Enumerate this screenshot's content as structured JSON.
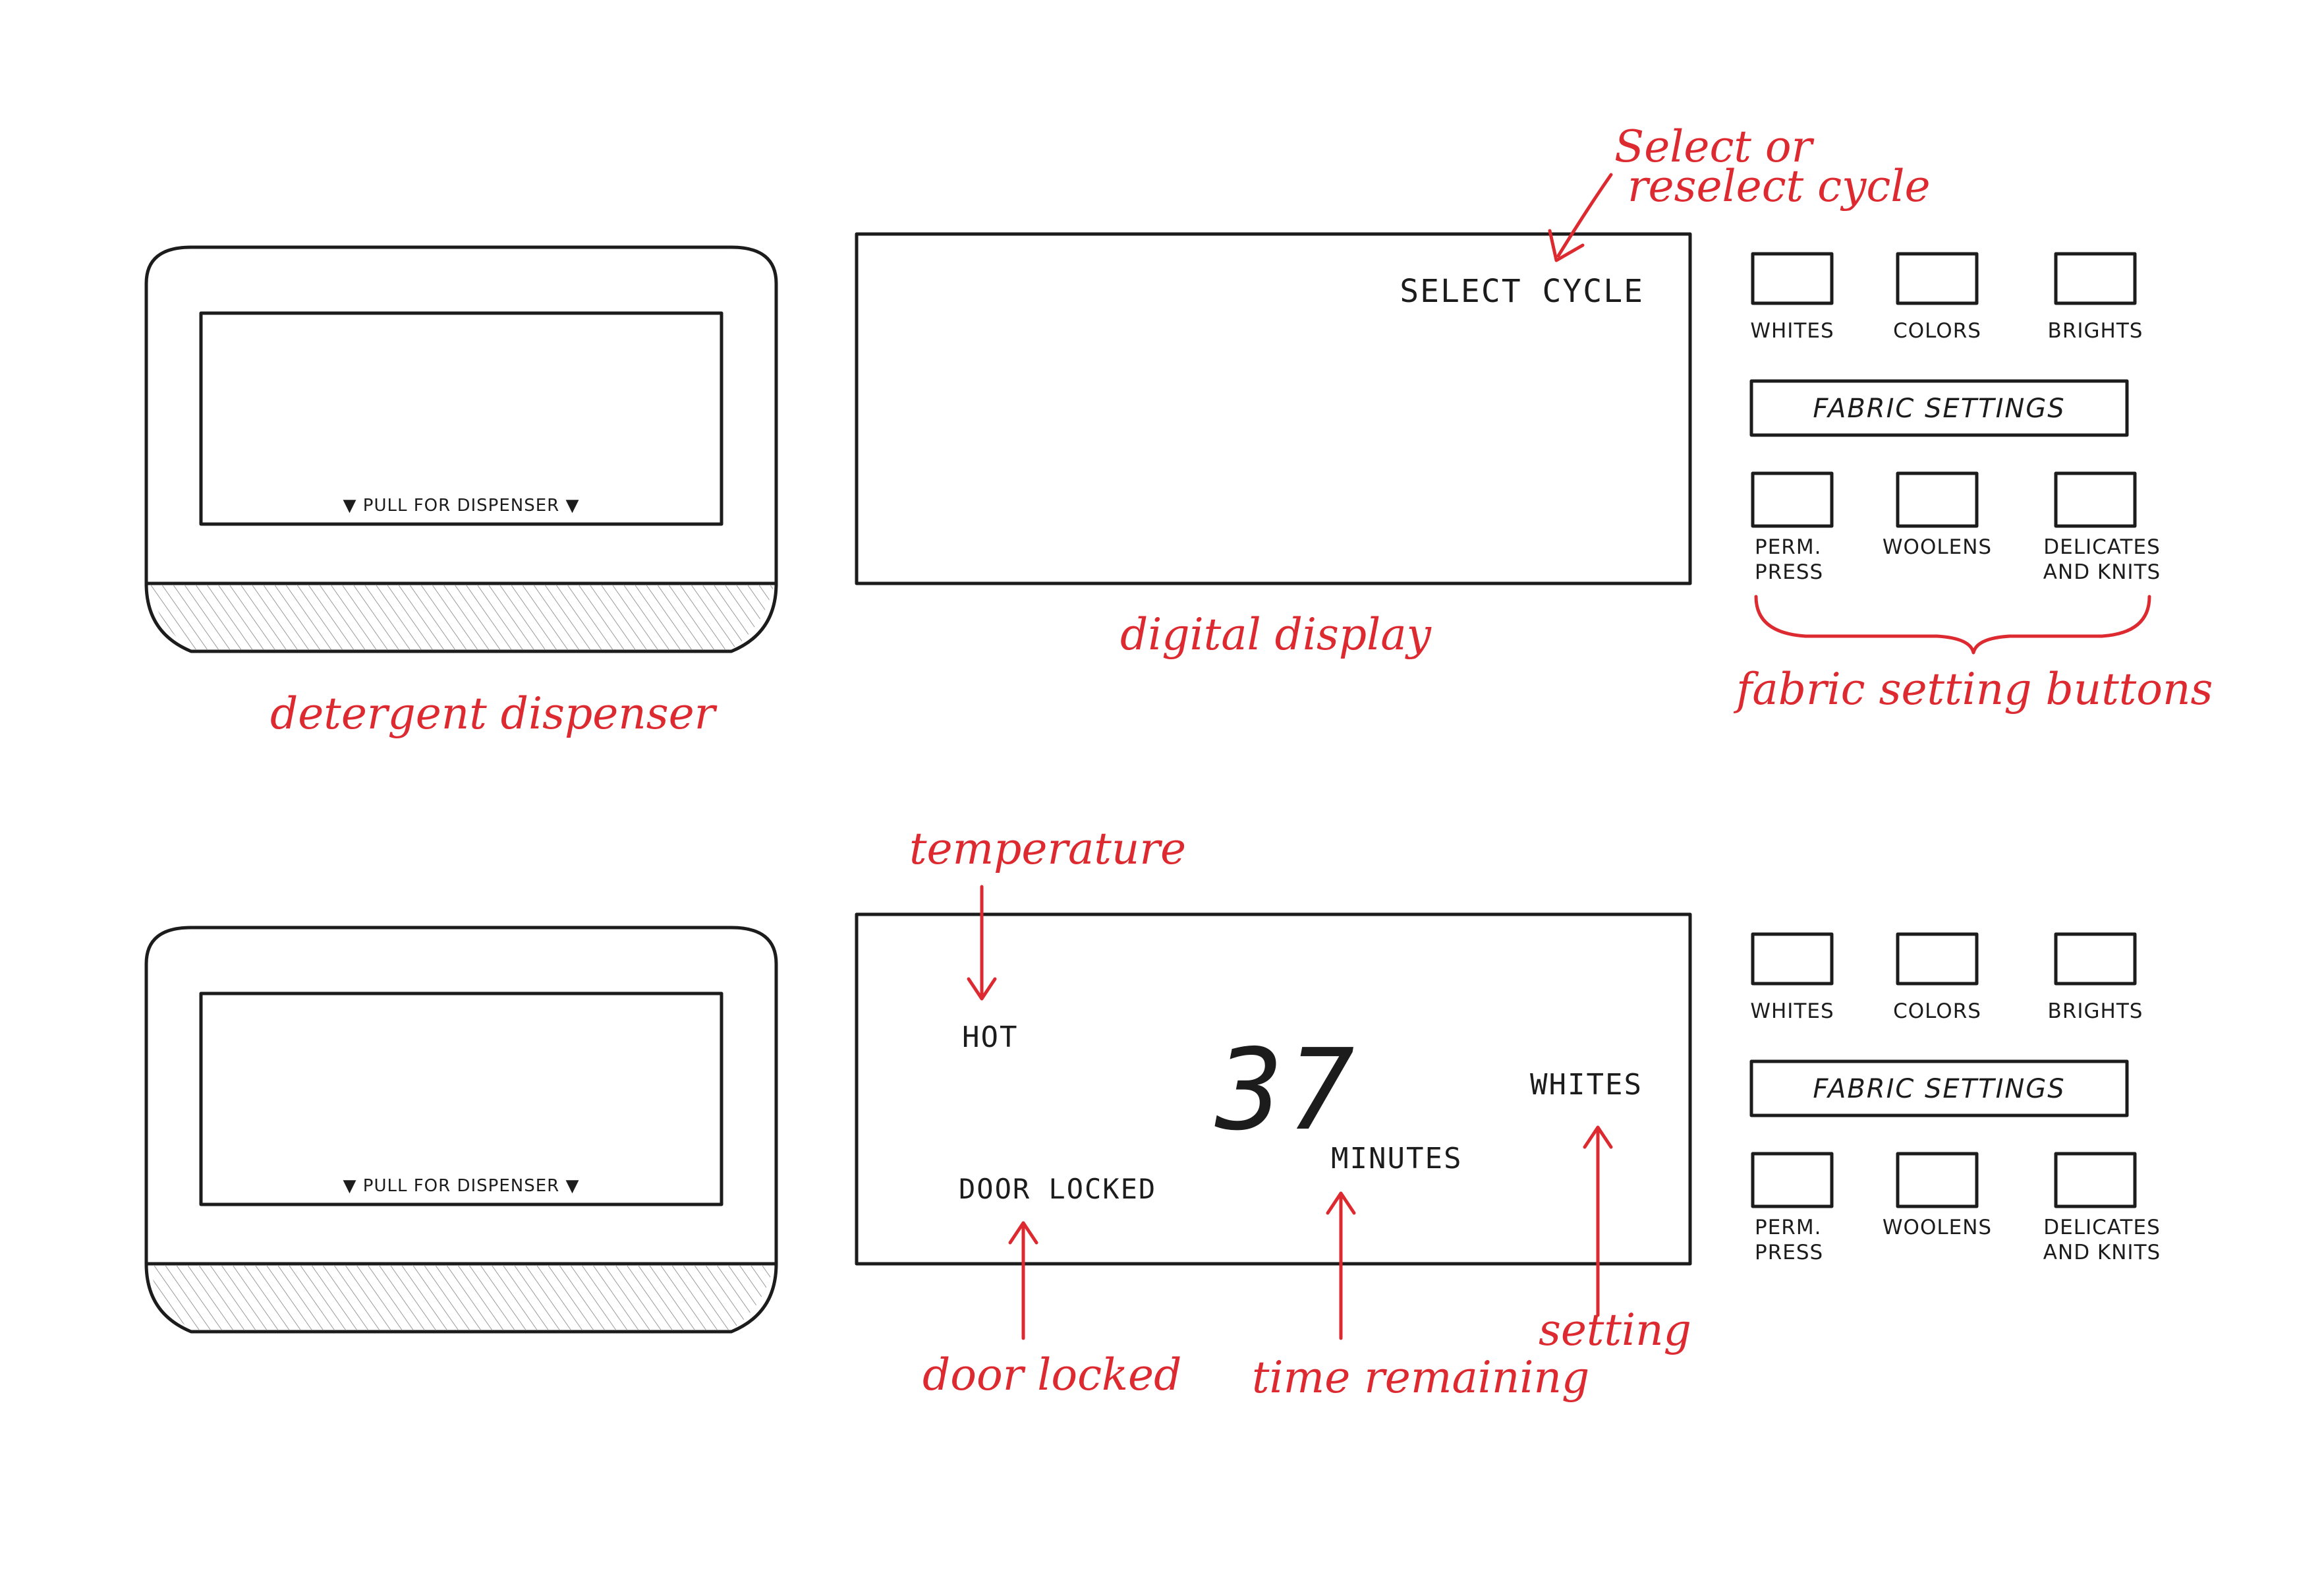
{
  "dispenser": {
    "pull_label": "▼ PULL FOR DISPENSER ▼"
  },
  "top_panel": {
    "display": {
      "select_cycle": "SELECT CYCLE"
    },
    "buttons": {
      "whites": "WHITES",
      "colors": "COLORS",
      "brights": "BRIGHTS",
      "fabric_settings": "FABRIC SETTINGS",
      "perm_press_line1": "PERM.",
      "perm_press_line2": "PRESS",
      "woolens": "WOOLENS",
      "delicates_line1": "DELICATES",
      "delicates_line2": "AND KNITS"
    }
  },
  "bottom_panel": {
    "display": {
      "temperature": "HOT",
      "door_status": "DOOR LOCKED",
      "time_value": "37",
      "time_unit": "MINUTES",
      "setting": "WHITES"
    },
    "buttons": {
      "whites": "WHITES",
      "colors": "COLORS",
      "brights": "BRIGHTS",
      "fabric_settings": "FABRIC SETTINGS",
      "perm_press_line1": "PERM.",
      "perm_press_line2": "PRESS",
      "woolens": "WOOLENS",
      "delicates_line1": "DELICATES",
      "delicates_line2": "AND KNITS"
    }
  },
  "annotations": {
    "select_note_line1": "Select or",
    "select_note_line2": "reselect cycle",
    "digital_display": "digital display",
    "detergent_dispenser": "detergent dispenser",
    "fabric_setting_buttons": "fabric setting buttons",
    "temperature": "temperature",
    "door_locked": "door locked",
    "time_remaining": "time remaining",
    "setting": "setting"
  },
  "colors": {
    "ink": "#1c1c1c",
    "annotation_red": "#dc2a30"
  }
}
